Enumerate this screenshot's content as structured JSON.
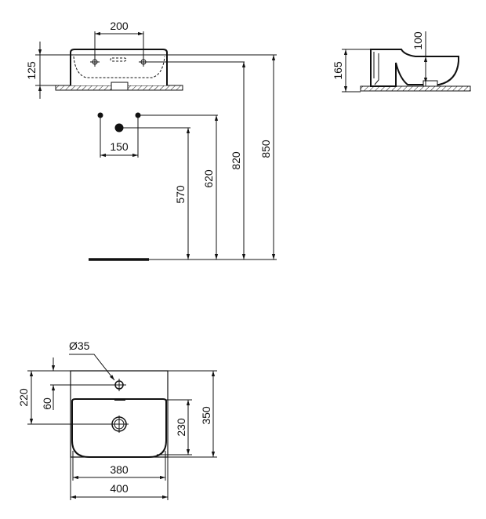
{
  "front_view": {
    "dim_tap_spacing": "200",
    "dim_basin_height": "125",
    "dim_supply_spacing": "150",
    "dim_waste_height": "570",
    "dim_supply_height": "620",
    "dim_overflow_height": "820",
    "dim_rim_height": "850"
  },
  "side_view": {
    "dim_height": "165",
    "dim_bowl_depth": "100"
  },
  "plan_view": {
    "tap_hole_diameter": "Ø35",
    "dim_tap_offset": "60",
    "dim_drain_offset": "220",
    "dim_bowl_depth": "230",
    "dim_depth": "350",
    "dim_inner_width": "380",
    "dim_width": "400"
  }
}
